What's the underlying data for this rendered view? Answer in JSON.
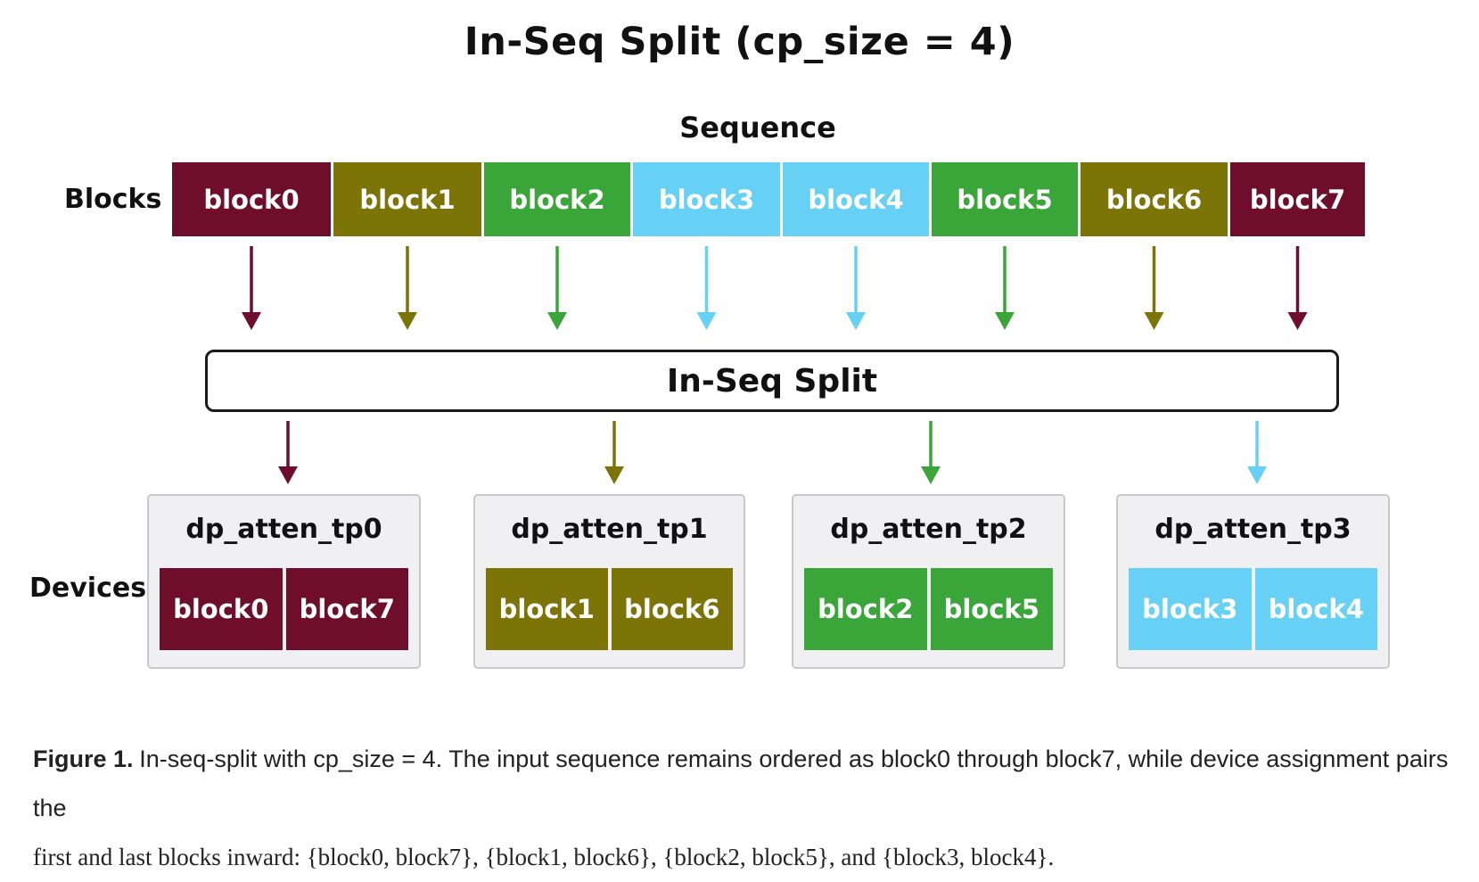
{
  "title": "In-Seq Split (cp_size = 4)",
  "sequence_label": "Sequence",
  "blocks_label": "Blocks",
  "devices_label": "Devices",
  "split_label": "In-Seq Split",
  "colors": {
    "maroon": "#6e0d2c",
    "olive": "#7c7406",
    "green": "#3aa63a",
    "skyblue": "#66d1f5"
  },
  "blocks": [
    {
      "label": "block0",
      "color": "#6e0d2c"
    },
    {
      "label": "block1",
      "color": "#7c7406"
    },
    {
      "label": "block2",
      "color": "#3aa63a"
    },
    {
      "label": "block3",
      "color": "#66d1f5"
    },
    {
      "label": "block4",
      "color": "#66d1f5"
    },
    {
      "label": "block5",
      "color": "#3aa63a"
    },
    {
      "label": "block6",
      "color": "#7c7406"
    },
    {
      "label": "block7",
      "color": "#6e0d2c"
    }
  ],
  "devices": [
    {
      "name": "dp_atten_tp0",
      "color": "#6e0d2c",
      "blocks": [
        "block0",
        "block7"
      ]
    },
    {
      "name": "dp_atten_tp1",
      "color": "#7c7406",
      "blocks": [
        "block1",
        "block6"
      ]
    },
    {
      "name": "dp_atten_tp2",
      "color": "#3aa63a",
      "blocks": [
        "block2",
        "block5"
      ]
    },
    {
      "name": "dp_atten_tp3",
      "color": "#66d1f5",
      "blocks": [
        "block3",
        "block4"
      ]
    }
  ],
  "caption": {
    "figure_label": "Figure 1.",
    "lead": "In-seq-split with cp_size = 4. The input sequence remains ordered as block0 through block7, while device assignment pairs the",
    "rest": "first and last blocks inward: {block0, block7}, {block1, block6}, {block2, block5}, and {block3, block4}."
  }
}
